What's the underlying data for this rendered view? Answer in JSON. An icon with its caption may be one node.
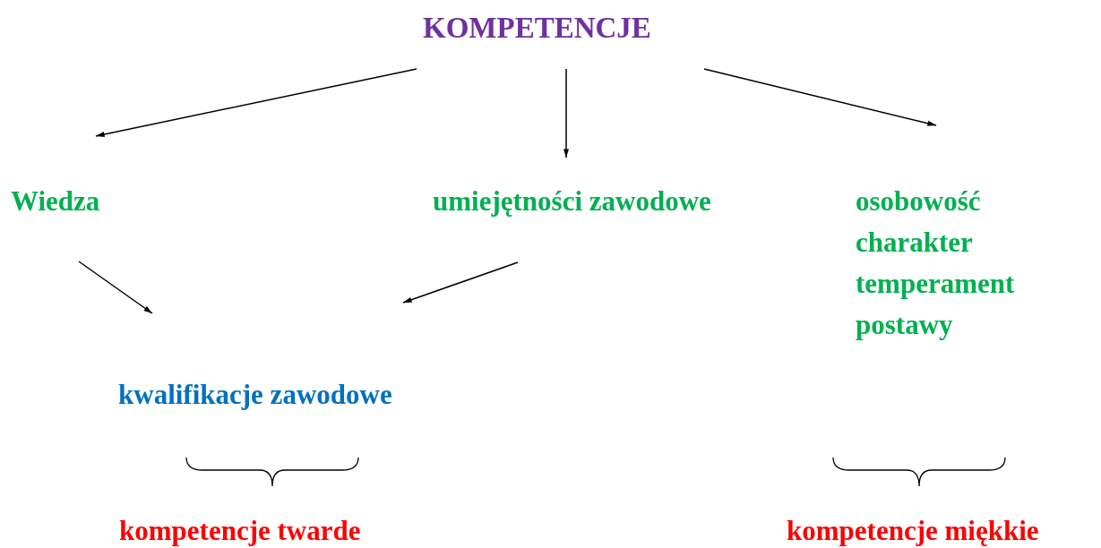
{
  "diagram": {
    "nodes": [
      {
        "text": [
          "KOMPETENCJE"
        ]
      },
      {
        "text": [
          "Wiedza"
        ]
      },
      {
        "text": [
          "umiejętności zawodowe"
        ]
      },
      {
        "text": [
          "osobowość",
          "charakter",
          "temperament",
          "postawy"
        ]
      },
      {
        "text": [
          "kwalifikacje zawodowe"
        ]
      }
    ],
    "edges": [
      {
        "from": 0,
        "to": 1,
        "arrow": "to"
      },
      {
        "from": 0,
        "to": 2,
        "arrow": "to"
      },
      {
        "from": 0,
        "to": 3,
        "arrow": "to"
      },
      {
        "from": 1,
        "to": 4,
        "arrow": "to"
      },
      {
        "from": 2,
        "to": 4,
        "arrow": "to"
      }
    ],
    "labels": [
      "kompetencje twarde",
      "kompetencje miękkie"
    ]
  }
}
